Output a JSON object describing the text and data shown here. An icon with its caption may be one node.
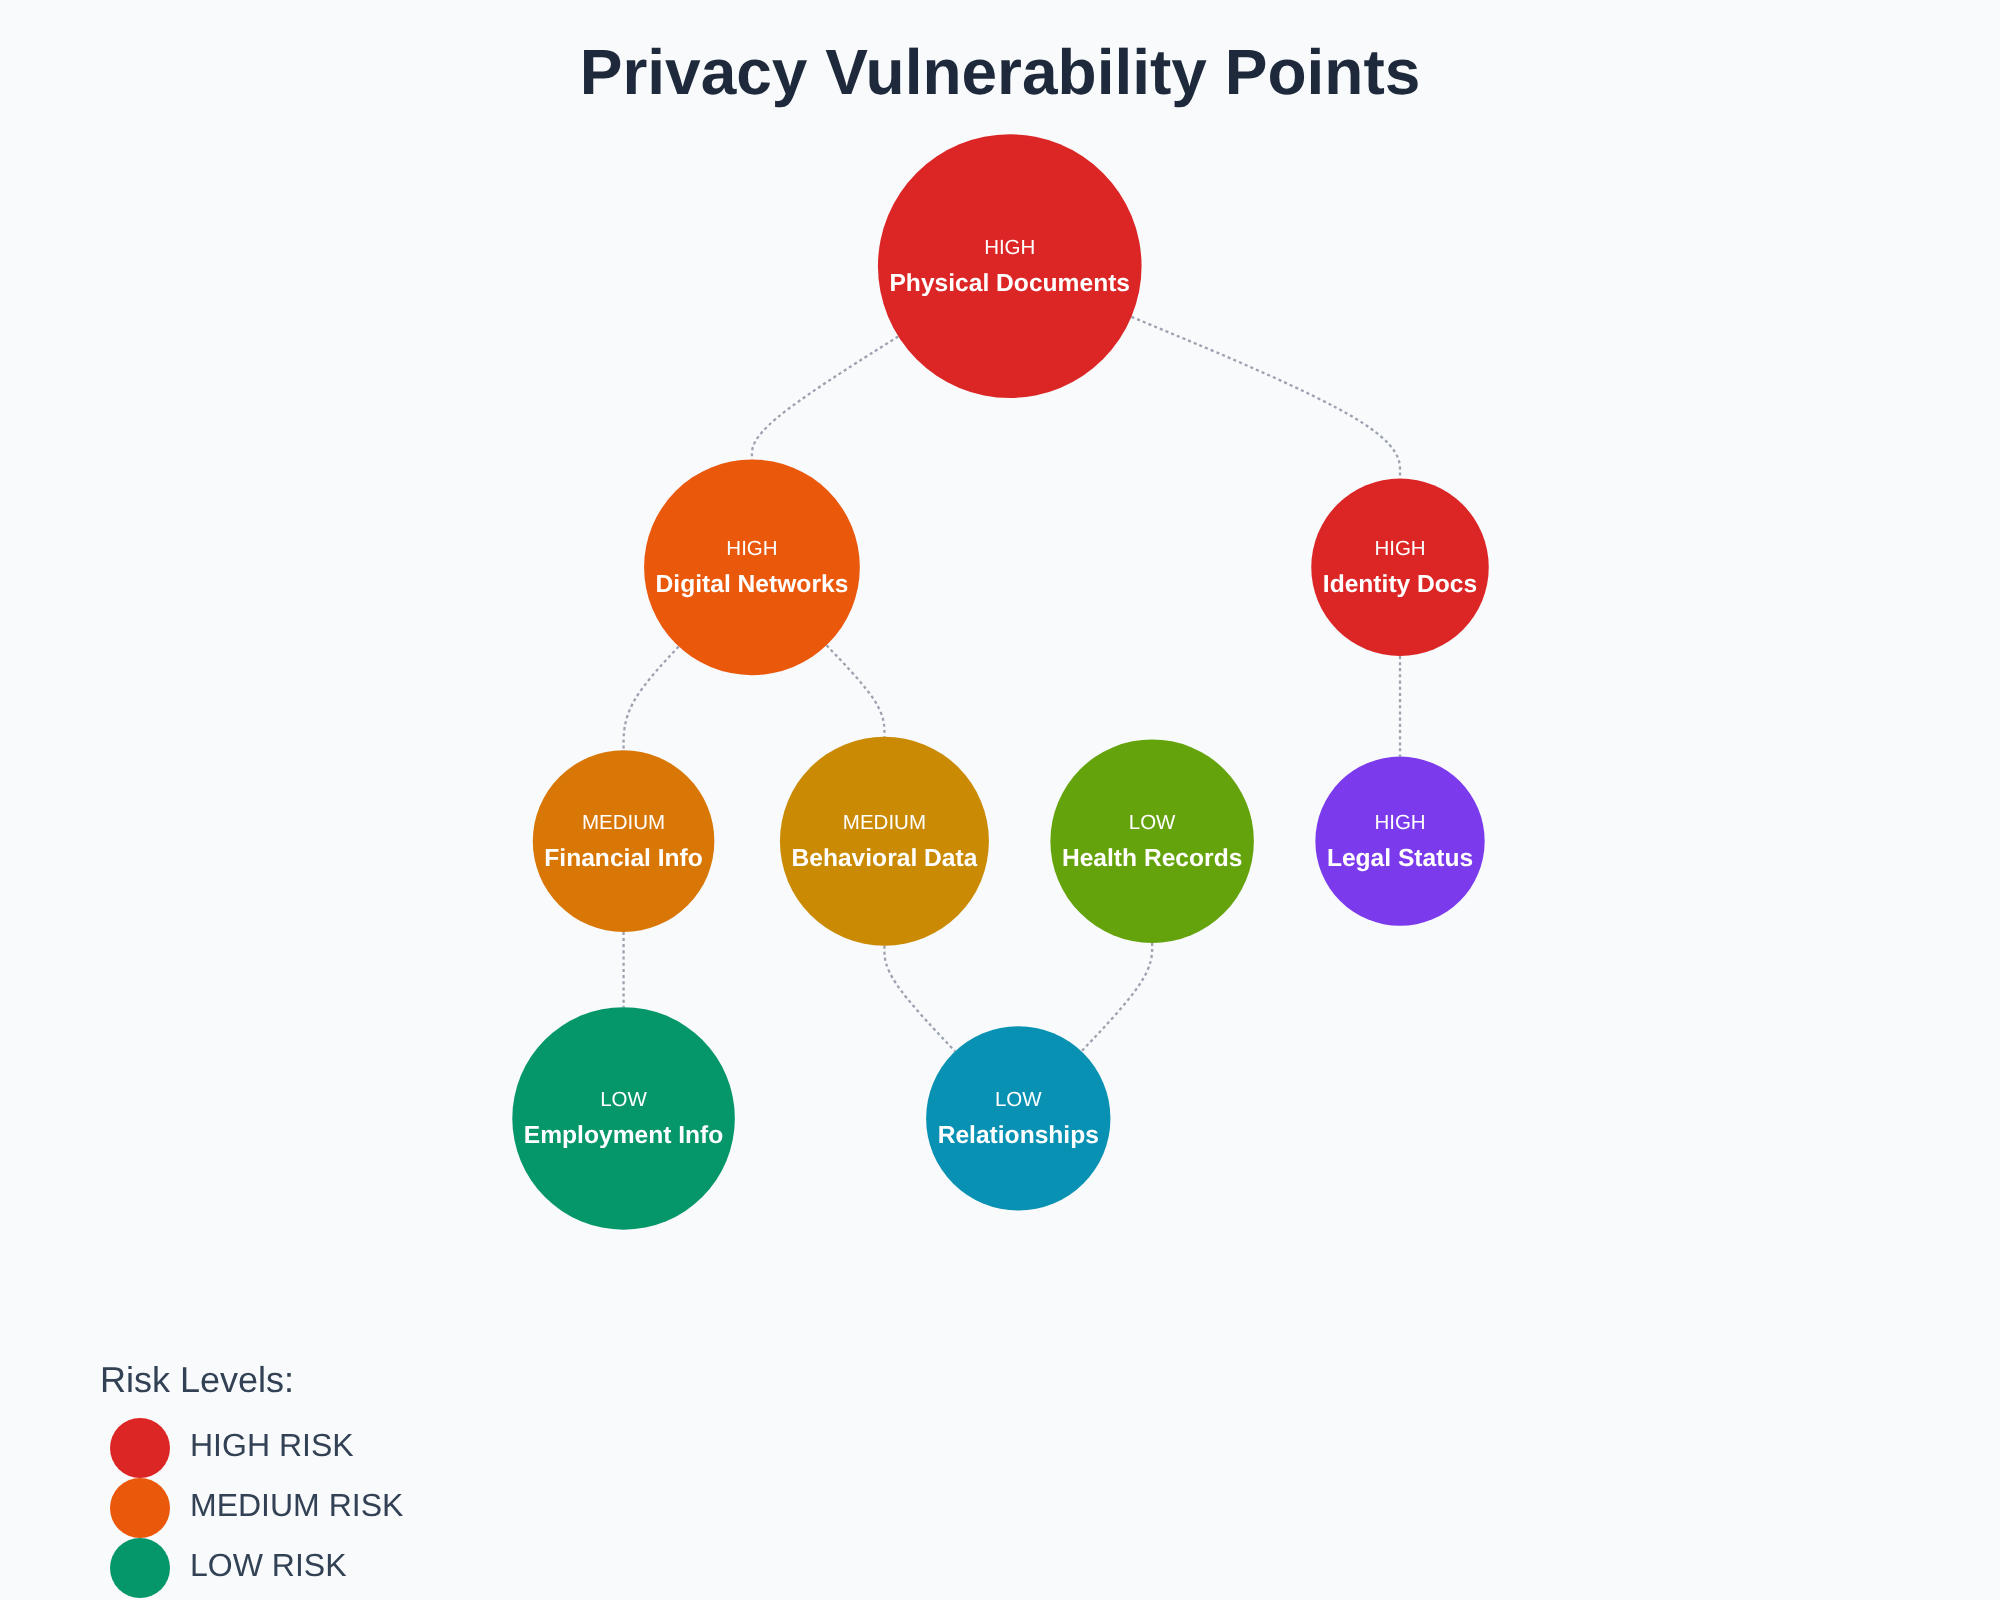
{
  "diagram": {
    "title": "Privacy Vulnerability Points",
    "nodes": [
      {
        "text": [
          "HIGH",
          "Physical Documents"
        ]
      },
      {
        "text": [
          "HIGH",
          "Digital Networks"
        ]
      },
      {
        "text": [
          "MEDIUM",
          "Financial Info"
        ]
      },
      {
        "text": [
          "HIGH",
          "Identity Docs"
        ]
      },
      {
        "text": [
          "MEDIUM",
          "Behavioral Data"
        ]
      },
      {
        "text": [
          "LOW",
          "Health Records"
        ]
      },
      {
        "text": [
          "LOW",
          "Employment Info"
        ]
      },
      {
        "text": [
          "LOW",
          "Relationships"
        ]
      },
      {
        "text": [
          "HIGH",
          "Legal Status"
        ]
      }
    ],
    "edges": [
      {
        "from": 0,
        "to": 1,
        "arrow": "none",
        "style": "dashed"
      },
      {
        "from": 1,
        "to": 2,
        "arrow": "none",
        "style": "dashed"
      },
      {
        "from": 0,
        "to": 3,
        "arrow": "none",
        "style": "dashed"
      },
      {
        "from": 1,
        "to": 4,
        "arrow": "none",
        "style": "dashed"
      },
      {
        "from": 4,
        "to": 7,
        "arrow": "none",
        "style": "dashed"
      },
      {
        "from": 2,
        "to": 6,
        "arrow": "none",
        "style": "dashed"
      },
      {
        "from": 3,
        "to": 8,
        "arrow": "none",
        "style": "dashed"
      },
      {
        "from": 5,
        "to": 7,
        "arrow": "none",
        "style": "dashed"
      }
    ],
    "labels": [
      "Risk Levels:"
    ],
    "legend": [
      {
        "text": "HIGH RISK",
        "color": "#dc2626"
      },
      {
        "text": "MEDIUM RISK",
        "color": "#ea580c"
      },
      {
        "text": "LOW RISK",
        "color": "#059669"
      }
    ]
  }
}
